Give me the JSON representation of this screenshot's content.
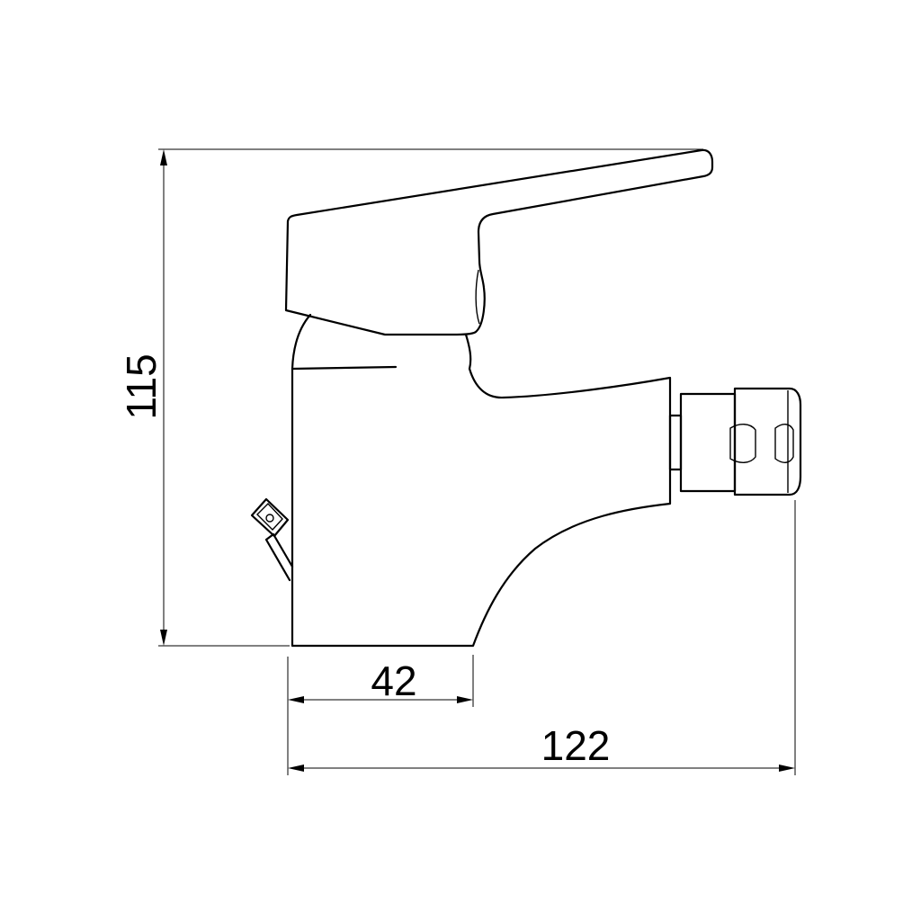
{
  "dimensions": {
    "height": "115",
    "base_width": "42",
    "overall_width": "122"
  },
  "colors": {
    "line": "#000000",
    "background": "#ffffff"
  }
}
